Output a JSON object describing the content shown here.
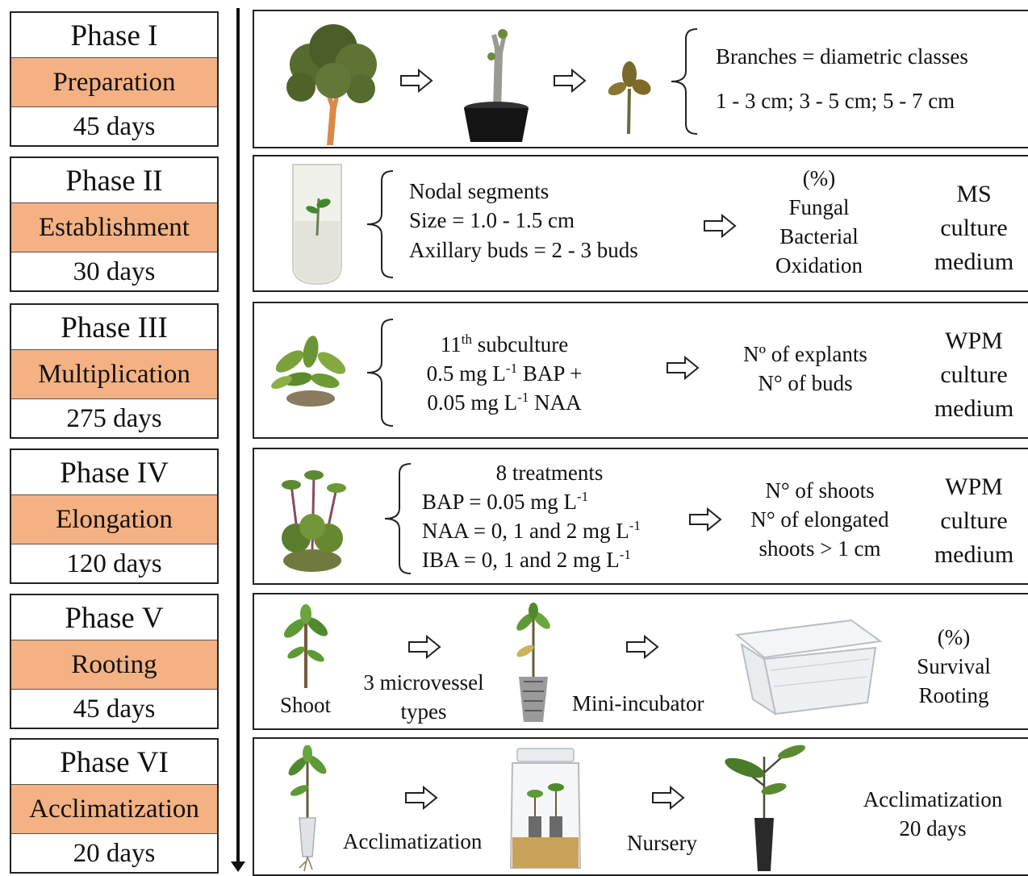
{
  "colors": {
    "phase_fill": "#f4b183",
    "border": "#222222"
  },
  "phases": [
    {
      "label": "Phase",
      "numeral": "I",
      "name": "Preparation",
      "duration": "45 days"
    },
    {
      "label": "Phase",
      "numeral": "II",
      "name": "Establishment",
      "duration": "30 days"
    },
    {
      "label": "Phase",
      "numeral": "III",
      "name": "Multiplication",
      "duration": "275 days"
    },
    {
      "label": "Phase",
      "numeral": "IV",
      "name": "Elongation",
      "duration": "120 days"
    },
    {
      "label": "Phase",
      "numeral": "V",
      "name": "Rooting",
      "duration": "45 days"
    },
    {
      "label": "Phase",
      "numeral": "VI",
      "name": "Acclimatization",
      "duration": "20 days"
    }
  ],
  "panel1": {
    "images": [
      "tree",
      "potted-stump",
      "sprout"
    ],
    "line1": "Branches = diametric classes",
    "line2": "1 - 3 cm; 3 - 5 cm; 5 - 7 cm"
  },
  "panel2": {
    "images": [
      "test-tube-explant"
    ],
    "specs": [
      "Nodal segments",
      "Size = 1.0 - 1.5 cm",
      "Axillary buds = 2 - 3 buds"
    ],
    "evaluations": [
      "(%)",
      "Fungal",
      "Bacterial",
      "Oxidation"
    ],
    "medium": [
      "MS",
      "culture",
      "medium"
    ]
  },
  "panel3": {
    "images": [
      "shoot-cluster"
    ],
    "line1_pre": "11",
    "line1_sup": "th",
    "line1_post": " subculture",
    "line2_pre": "0.5 mg L",
    "line2_sup": "-1",
    "line2_post": " BAP +",
    "line3_pre": "0.05 mg L",
    "line3_sup": "-1",
    "line3_post": " NAA",
    "evaluations": [
      "Nº of explants",
      "N° of buds"
    ],
    "medium": [
      "WPM",
      "culture",
      "medium"
    ]
  },
  "panel4": {
    "images": [
      "elongated-cluster"
    ],
    "header": "8 treatments",
    "bap_pre": "BAP = 0.05 mg L",
    "bap_sup": "-1",
    "naa_pre": "NAA = 0, 1 and 2 mg L",
    "naa_sup": "-1",
    "iba_pre": "IBA = 0, 1 and 2 mg L",
    "iba_sup": "-1",
    "evaluations": [
      "N° of shoots",
      "N° of elongated",
      "shoots > 1 cm"
    ],
    "medium": [
      "WPM",
      "culture",
      "medium"
    ]
  },
  "panel5": {
    "images": [
      "shoot",
      "rooted-plantlet",
      "plastic-box"
    ],
    "shoot": "Shoot",
    "microvessel": [
      "3 microvessel",
      "types"
    ],
    "incubator": "Mini-incubator",
    "evaluations": [
      "(%)",
      "Survival",
      "Rooting"
    ]
  },
  "panel6": {
    "images": [
      "plantlet-roots",
      "glass-jar",
      "nursery-seedling"
    ],
    "acclim": "Acclimatization",
    "nursery": "Nursery",
    "result": [
      "Acclimatization",
      "20 days"
    ]
  }
}
